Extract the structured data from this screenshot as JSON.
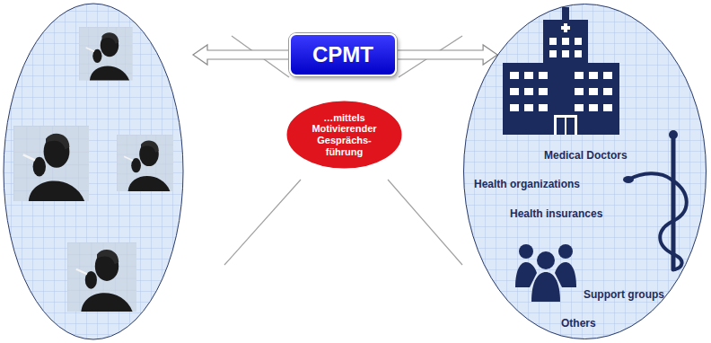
{
  "diagram": {
    "nodes": [
      {
        "text": [
          "CPMT"
        ]
      },
      {
        "text": [
          "…mittels Motivierender Gesprächs- führung"
        ]
      },
      {
        "text": [
          "Medical Doctors",
          "Health organizations",
          "Health insurances",
          "Support groups",
          "Others"
        ]
      }
    ],
    "edges": [
      {
        "from": 0,
        "to": 2,
        "arrow": "to"
      }
    ]
  }
}
